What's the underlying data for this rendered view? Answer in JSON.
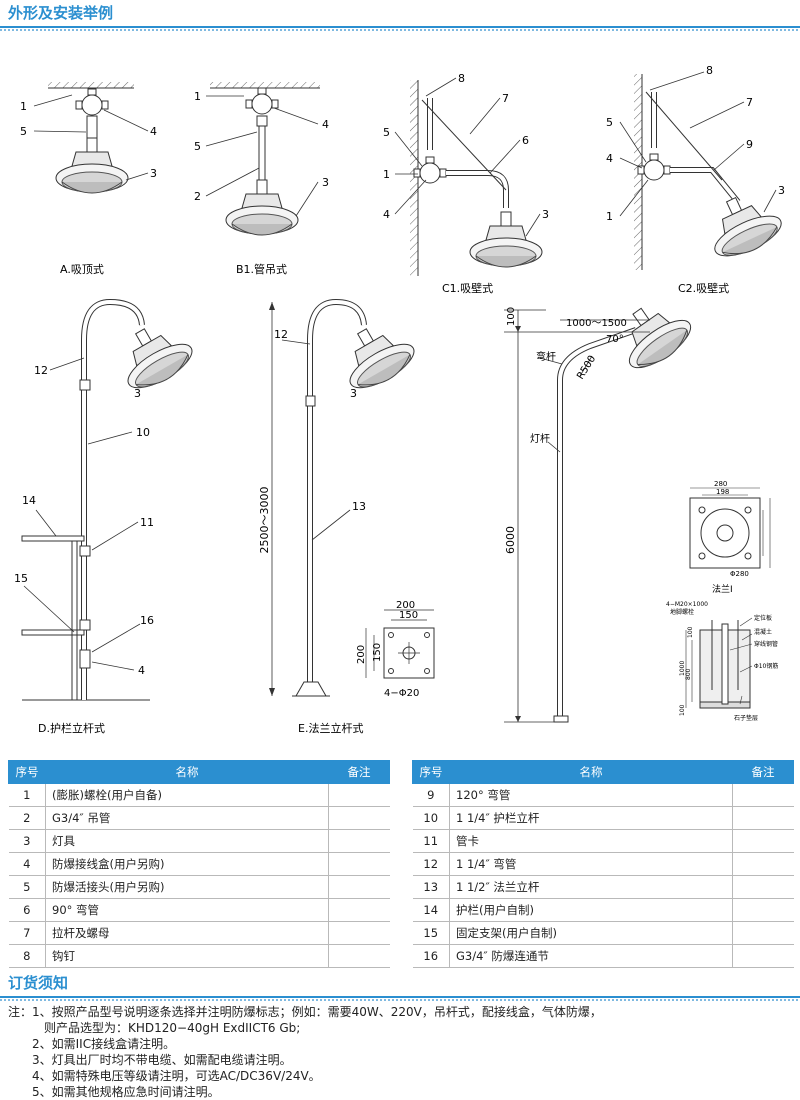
{
  "section1_title": "外形及安装举例",
  "section2_title": "订货须知",
  "figures": {
    "a1_caption": "A.吸顶式",
    "b1_caption": "B1.管吊式",
    "c1_caption": "C1.吸壁式",
    "c2_caption": "C2.吸壁式",
    "d_caption": "D.护栏立杆式",
    "e_caption": "E.法兰立杆式",
    "dim_2500_3000": "2500～3000",
    "dim_6000": "6000",
    "dim_100": "100",
    "dim_1000_1500": "1000～1500",
    "dim_70": "70°",
    "dim_r500": "R500",
    "label_wangan": "弯杆",
    "label_dengan": "灯杆",
    "flange_200_top": "200",
    "flange_150_top": "150",
    "flange_200_left": "200",
    "flange_150_left": "150",
    "flange_holes": "4−Φ20",
    "flange1_caption": "法兰Ⅰ",
    "flange1_280": "280",
    "flange1_198": "198",
    "flange1_d280": "Φ280",
    "found_bolts": "4−M20×1000",
    "found_bolt_note": "地脚螺栓",
    "found_locate": "定位板",
    "found_concrete": "混凝土",
    "found_pipe": "穿线钢管",
    "found_rebar": "Φ10钢筋",
    "found_gravel": "石子垫层",
    "found_1000": "1000",
    "found_800": "800",
    "found_100a": "100",
    "found_100b": "100",
    "callouts": {
      "n1": "1",
      "n2": "2",
      "n3": "3",
      "n4": "4",
      "n5": "5",
      "n6": "6",
      "n7": "7",
      "n8": "8",
      "n9": "9",
      "n10": "10",
      "n11": "11",
      "n12": "12",
      "n13": "13",
      "n14": "14",
      "n15": "15",
      "n16": "16"
    }
  },
  "table_headers": {
    "no": "序号",
    "name": "名称",
    "remark": "备注"
  },
  "parts_left": [
    {
      "no": "1",
      "name": "(膨胀)螺栓(用户自备)",
      "remark": ""
    },
    {
      "no": "2",
      "name": "G3/4″ 吊管",
      "remark": ""
    },
    {
      "no": "3",
      "name": "灯具",
      "remark": ""
    },
    {
      "no": "4",
      "name": "防爆接线盒(用户另购)",
      "remark": ""
    },
    {
      "no": "5",
      "name": "防爆活接头(用户另购)",
      "remark": ""
    },
    {
      "no": "6",
      "name": "90° 弯管",
      "remark": ""
    },
    {
      "no": "7",
      "name": "拉杆及螺母",
      "remark": ""
    },
    {
      "no": "8",
      "name": "钩钉",
      "remark": ""
    }
  ],
  "parts_right": [
    {
      "no": "9",
      "name": "120° 弯管",
      "remark": ""
    },
    {
      "no": "10",
      "name": "1 1/4″ 护栏立杆",
      "remark": ""
    },
    {
      "no": "11",
      "name": "管卡",
      "remark": ""
    },
    {
      "no": "12",
      "name": "1 1/4″ 弯管",
      "remark": ""
    },
    {
      "no": "13",
      "name": "1 1/2″ 法兰立杆",
      "remark": ""
    },
    {
      "no": "14",
      "name": "护栏(用户自制)",
      "remark": ""
    },
    {
      "no": "15",
      "name": "固定支架(用户自制)",
      "remark": ""
    },
    {
      "no": "16",
      "name": "G3/4″ 防爆连通节",
      "remark": ""
    }
  ],
  "notes": [
    "注：1、按照产品型号说明逐条选择并注明防爆标志；例如：需要40W、220V，吊杆式，配接线盒，气体防爆，",
    "　　　则产品选型为：KHD120−40gH ExdIICT6 Gb;",
    "　　2、如需IIC接线盒请注明。",
    "　　3、灯具出厂时均不带电缆、如需配电缆请注明。",
    "　　4、如需特殊电压等级请注明，可选AC/DC36V/24V。",
    "　　5、如需其他规格应急时间请注明。"
  ]
}
